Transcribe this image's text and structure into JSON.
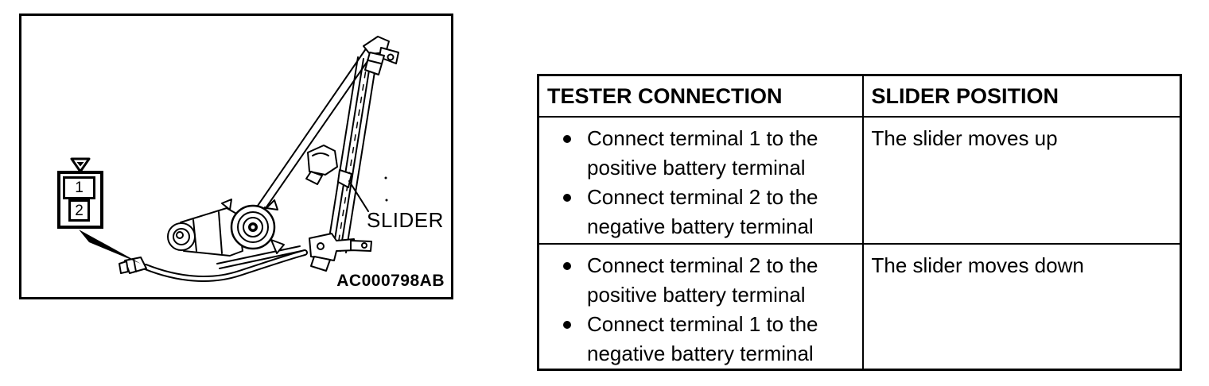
{
  "figure": {
    "code_label": "AC000798AB",
    "slider_label": "SLIDER",
    "connector": {
      "terminal_1": "1",
      "terminal_2": "2"
    },
    "icons": {
      "connector_marker_icon": "triangle-down-with-inner-triangle"
    }
  },
  "table": {
    "headers": [
      "TESTER CONNECTION",
      "SLIDER POSITION"
    ],
    "rows": [
      {
        "connection_steps": [
          "Connect terminal 1 to the positive battery terminal",
          "Connect terminal 2 to the negative battery terminal"
        ],
        "result": "The slider moves up"
      },
      {
        "connection_steps": [
          "Connect terminal 2 to the positive battery terminal",
          "Connect terminal 1 to the negative battery terminal"
        ],
        "result": "The slider moves down"
      }
    ]
  },
  "colors": {
    "ink": "#000000",
    "paper": "#ffffff"
  }
}
